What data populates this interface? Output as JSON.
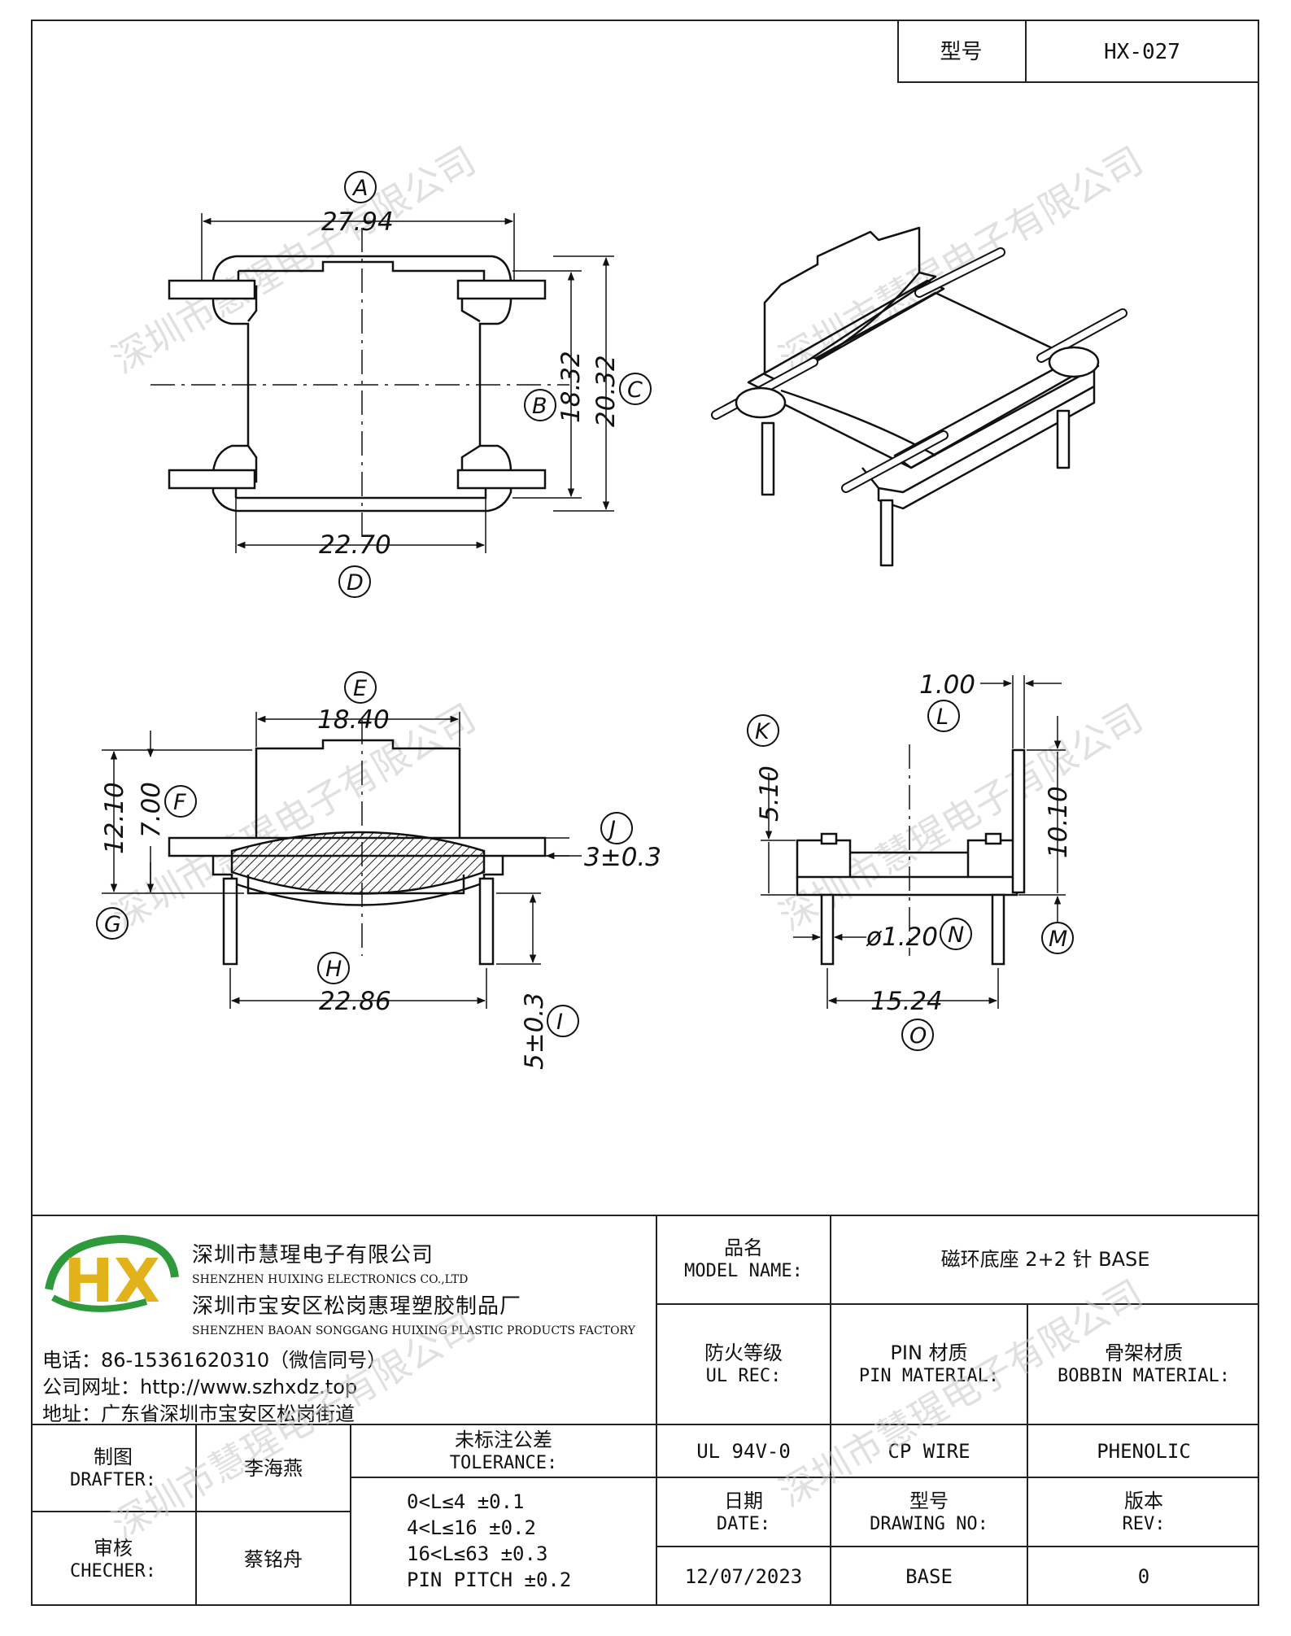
{
  "header": {
    "model_label": "型号",
    "model_value": "HX-027"
  },
  "watermark": "深圳市慧瑆电子有限公司",
  "drawing": {
    "top_view": {
      "A": "A",
      "A_val": "27.94",
      "B": "B",
      "B_val": "18.32",
      "C": "C",
      "C_val": "20.32",
      "D": "D",
      "D_val": "22.70"
    },
    "front_view": {
      "E": "E",
      "E_val": "18.40",
      "F": "F",
      "F_val": "7.00",
      "G": "G",
      "G_val": "12.10",
      "H": "H",
      "H_val": "22.86",
      "I": "I",
      "I_val": "5±0.3",
      "J": "J",
      "J_val": "3±0.3"
    },
    "side_view": {
      "K": "K",
      "K_val": "5.10",
      "L": "L",
      "L_val": "1.00",
      "M": "M",
      "M_val": "10.10",
      "N": "N",
      "N_val": "ø1.20",
      "O": "O",
      "O_val": "15.24"
    }
  },
  "company": {
    "name_cn": "深圳市慧瑆电子有限公司",
    "name_en": "SHENZHEN HUIXING ELECTRONICS CO.,LTD",
    "factory_cn": "深圳市宝安区松岗惠瑆塑胶制品厂",
    "factory_en": "SHENZHEN BAOAN SONGGANG HUIXING PLASTIC PRODUCTS FACTORY",
    "phone": "电话：86-15361620310（微信同号）",
    "website": "公司网址：http://www.szhxdz.top",
    "address": "地址：广东省深圳市宝安区松岗街道",
    "logo_text": "HX"
  },
  "title_block": {
    "model_name_cn": "品名",
    "model_name_en": "MODEL NAME:",
    "model_name_value": "磁环底座 2+2 针 BASE",
    "ul_rec_cn": "防火等级",
    "ul_rec_en": "UL REC:",
    "pin_material_cn": "PIN 材质",
    "pin_material_en": "PIN MATERIAL:",
    "bobbin_material_cn": "骨架材质",
    "bobbin_material_en": "BOBBIN MATERIAL:",
    "ul_value": "UL 94V-0",
    "pin_value": "CP WIRE",
    "bobbin_value": "PHENOLIC",
    "drafter_cn": "制图",
    "drafter_en": "DRAFTER:",
    "drafter_value": "李海燕",
    "checker_cn": "审核",
    "checker_en": "CHECHER:",
    "checker_value": "蔡铭舟",
    "tolerance_cn": "未标注公差",
    "tolerance_en": "TOLERANCE:",
    "tolerance_lines": [
      "0<L≤4   ±0.1",
      "4<L≤16  ±0.2",
      "16<L≤63  ±0.3",
      "PIN PITCH  ±0.2"
    ],
    "date_cn": "日期",
    "date_en": "DATE:",
    "date_value": "12/07/2023",
    "drawing_no_cn": "型号",
    "drawing_no_en": "DRAWING NO:",
    "drawing_no_value": "BASE",
    "rev_cn": "版本",
    "rev_en": "REV:",
    "rev_value": "0"
  }
}
